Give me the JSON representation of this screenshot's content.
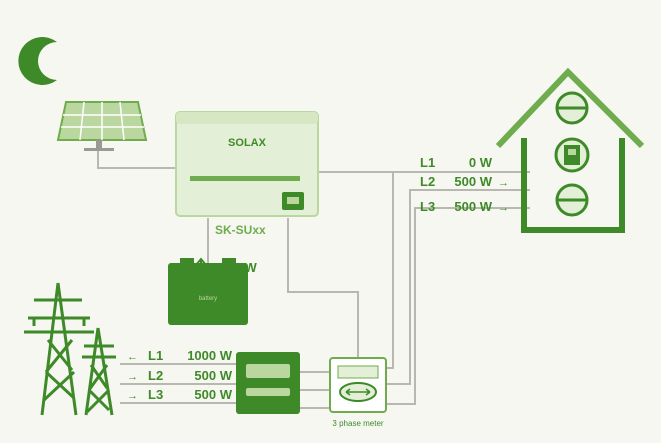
{
  "colors": {
    "dark_green": "#3e8a28",
    "mid_green": "#6fac4e",
    "light_green": "#b9d79f",
    "pale_green": "#e4efd7",
    "line_gray": "#b8b8b0",
    "background": "#f7f7f2"
  },
  "icons": {
    "night": "crescent-moon-icon",
    "pv": "solar-panel-icon",
    "grid": "power-pylon-icon",
    "home": "house-icon"
  },
  "inverter": {
    "brand": "SOLAX",
    "model": "SK-SUxx"
  },
  "battery": {
    "label": "battery",
    "power": "1000 W"
  },
  "home_phases": [
    {
      "phase": "L1",
      "power": "0 W",
      "arrow": ""
    },
    {
      "phase": "L2",
      "power": "500 W",
      "arrow": "→"
    },
    {
      "phase": "L3",
      "power": "500 W",
      "arrow": "→"
    }
  ],
  "grid_phases": [
    {
      "phase": "L1",
      "power": "1000 W",
      "arrow": "←"
    },
    {
      "phase": "L2",
      "power": "500 W",
      "arrow": "→"
    },
    {
      "phase": "L3",
      "power": "500 W",
      "arrow": "→"
    }
  ],
  "meter": {
    "label": "3 phase meter"
  }
}
